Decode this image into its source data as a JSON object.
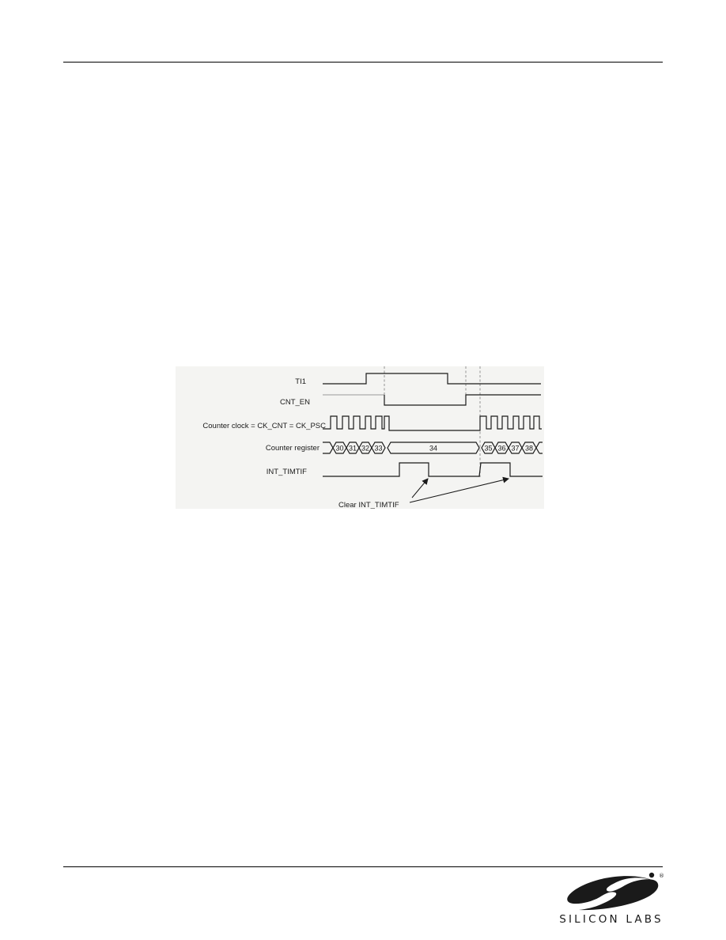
{
  "diagram": {
    "signals": {
      "ti1": "TI1",
      "cnt_en": "CNT_EN",
      "counter_clock": "Counter clock = CK_CNT = CK_PSC",
      "counter_register": "Counter register",
      "int_timtif": "INT_TIMTIF"
    },
    "counter_values": [
      "30",
      "31",
      "32",
      "33",
      "34",
      "35",
      "36",
      "37",
      "38"
    ],
    "annotation": "Clear INT_TIMTIF"
  },
  "footer": {
    "logo_text": "SILICON LABS",
    "registered_mark": "®"
  },
  "colors": {
    "wave": "#1a1a1a",
    "background": "#f4f4f2",
    "guide": "#8a8a8a"
  }
}
